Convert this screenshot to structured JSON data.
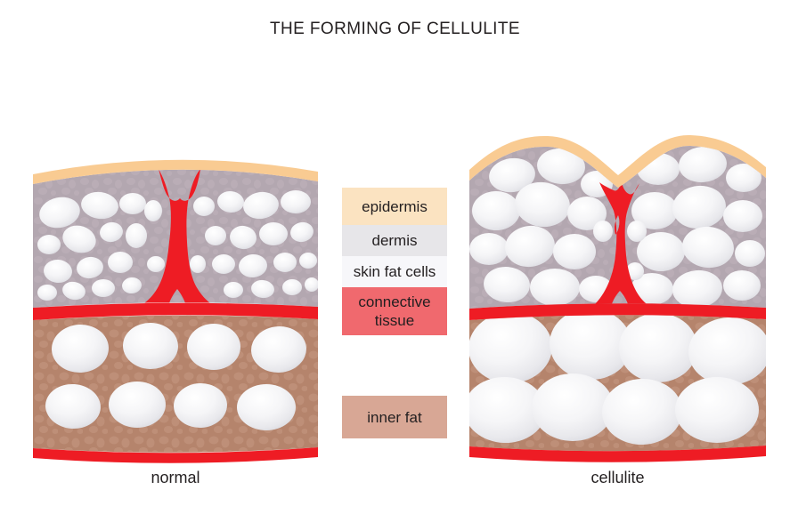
{
  "title": "THE FORMING OF CELLULITE",
  "legend": {
    "items": [
      {
        "label": "epidermis",
        "color": "#FBE3C1"
      },
      {
        "label": "dermis",
        "color": "#E7E6E9"
      },
      {
        "label": "skin fat cells",
        "color": "#F7F7FA"
      },
      {
        "label": "connective tissue",
        "color": "#F0696E"
      },
      {
        "label": "inner fat",
        "color": "#D8A795"
      }
    ]
  },
  "panels": {
    "normal": {
      "label": "normal"
    },
    "cellulite": {
      "label": "cellulite"
    }
  },
  "colors": {
    "background": "#FFFFFF",
    "epidermis_skin": "#F9CB92",
    "dermis_skin": "#B3A7B0",
    "fat_cell": "#FFFFFF",
    "connective_tissue_red": "#EE1C24",
    "inner_fat_skin": "#B5846C"
  }
}
